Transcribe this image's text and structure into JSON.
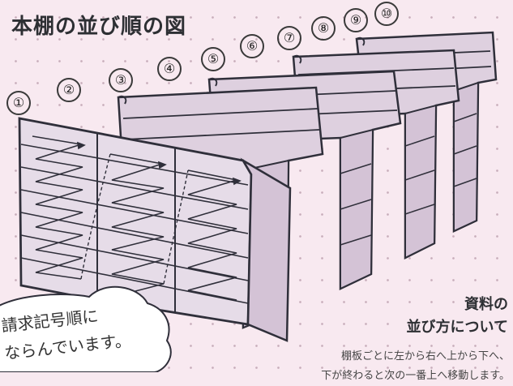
{
  "title": "本棚の並び順の図",
  "shelf_numbers": [
    "①",
    "②",
    "③",
    "④",
    "⑤",
    "⑥",
    "⑦",
    "⑧",
    "⑨",
    "⑩"
  ],
  "about": {
    "title_line1": "資料の",
    "title_line2": "並び方について",
    "body_line1": "棚板ごとに左から右へ上から下へ、",
    "body_line2": "下が終わると次の一番上へ移動します。"
  },
  "callout": {
    "line1": "請求記号順に",
    "line2": "ならんでいます。"
  },
  "colors": {
    "background": "#f8e9f0",
    "shelf_fill": "#ded0df",
    "shelf_face": "#e6dce8",
    "stroke": "#2f2f3a"
  }
}
